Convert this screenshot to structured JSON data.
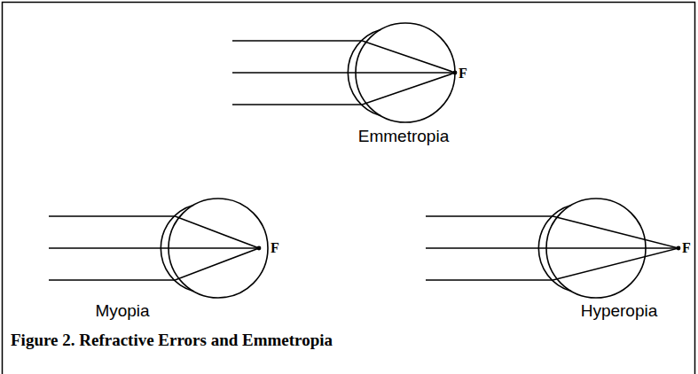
{
  "diagram": {
    "caption": "Figure 2. Refractive Errors and Emmetropia",
    "labels": [
      "F",
      "Emmetropia",
      "F",
      "F",
      "Myopia",
      "Hyperopia"
    ]
  }
}
